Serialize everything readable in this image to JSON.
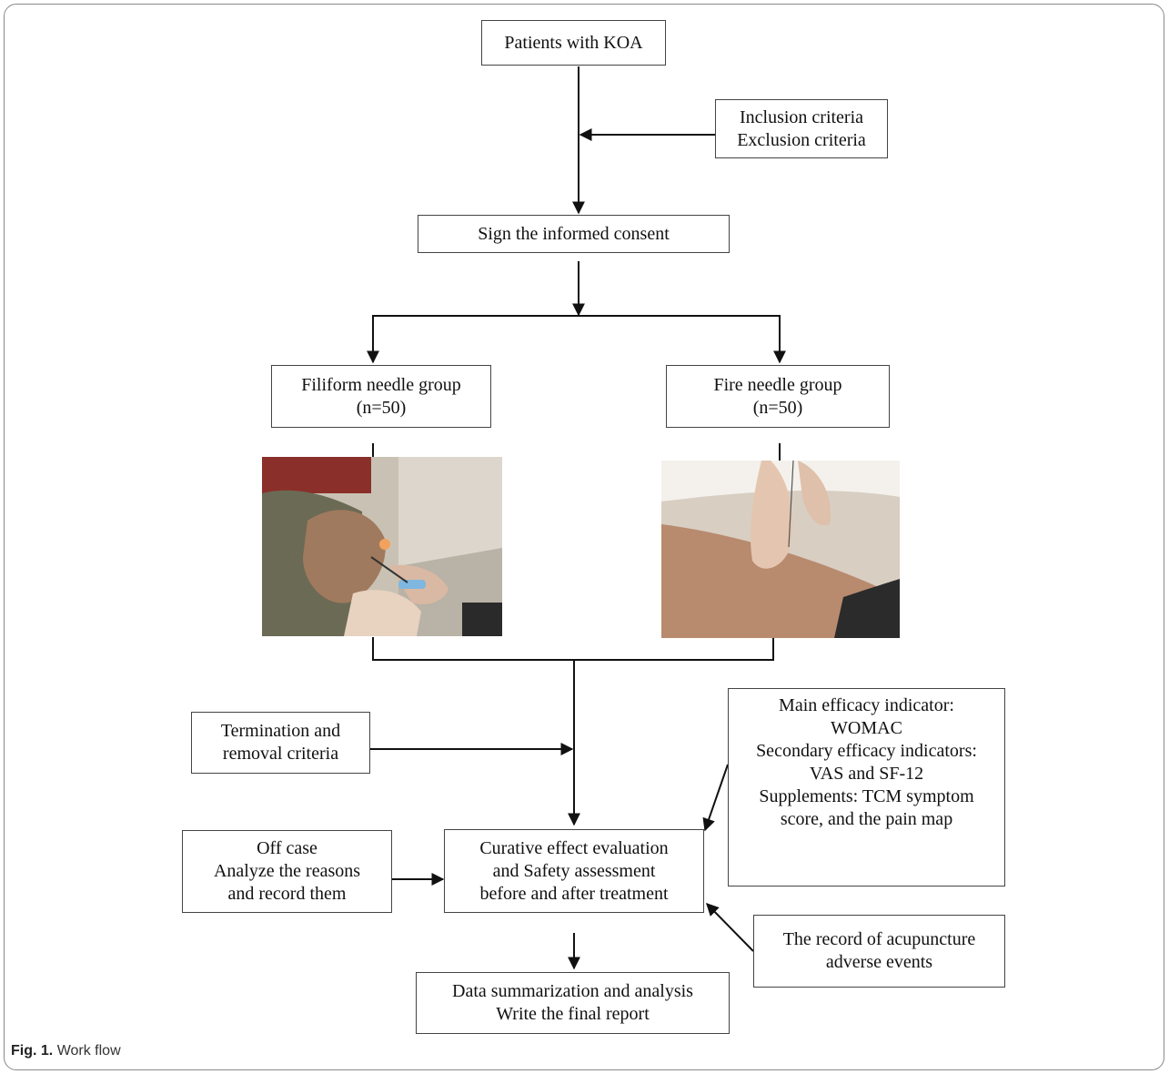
{
  "nodes": {
    "patients": {
      "line1": "Patients with KOA"
    },
    "criteria": {
      "line1": "Inclusion criteria",
      "line2": "Exclusion criteria"
    },
    "consent": {
      "line1": "Sign the informed consent"
    },
    "filiform": {
      "line1": "Filiform needle group",
      "line2": "(n=50)"
    },
    "fire": {
      "line1": "Fire needle group",
      "line2": "(n=50)"
    },
    "termination": {
      "line1": "Termination and",
      "line2": "removal criteria"
    },
    "indicators": {
      "line1": "Main efficacy indicator:",
      "line2": "WOMAC",
      "line3": "Secondary efficacy indicators:",
      "line4": "VAS and SF-12",
      "line5": "Supplements: TCM symptom",
      "line6": "score, and the pain map"
    },
    "offcase": {
      "line1": "Off case",
      "line2": "Analyze the reasons",
      "line3": "and record them"
    },
    "evaluation": {
      "line1": "Curative effect evaluation",
      "line2": "and Safety assessment",
      "line3": "before and after treatment"
    },
    "adverse": {
      "line1": "The record of acupuncture",
      "line2": "adverse events"
    },
    "summary": {
      "line1": "Data summarization and analysis",
      "line2": "Write the final report"
    }
  },
  "caption": {
    "label": "Fig. 1.",
    "text": "Work flow"
  }
}
